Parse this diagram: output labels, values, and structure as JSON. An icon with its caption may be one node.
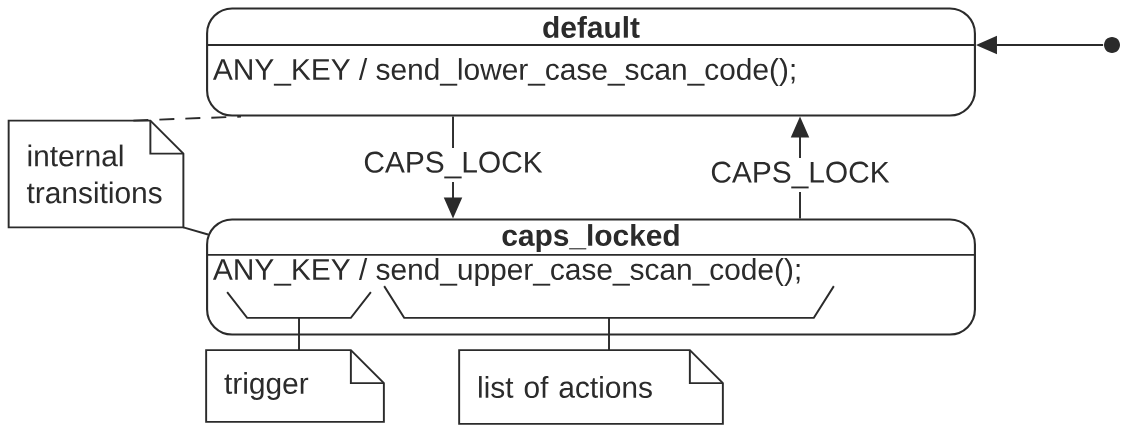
{
  "diagram": {
    "nodes": [
      {
        "text": [
          "default",
          "ANY_KEY / send_lower_case_scan_code();"
        ]
      },
      {
        "text": [],
        "shape": "circle"
      },
      {
        "text": [
          "internal transitions"
        ]
      },
      {
        "text": [
          "caps_locked",
          "ANY_KEY / send_upper_case_scan_code();"
        ]
      },
      {
        "text": [],
        "shape": "bracket",
        "in": 3
      },
      {
        "text": [],
        "shape": "bracket",
        "in": 3
      },
      {
        "text": [
          "trigger"
        ]
      },
      {
        "text": [
          "list of actions"
        ]
      }
    ],
    "edges": [
      {
        "from": 1,
        "to": 0,
        "arrow": "to"
      },
      {
        "from": 0,
        "to": 3,
        "arrow": "to",
        "label": "CAPS_LOCK"
      },
      {
        "from": 3,
        "to": 0,
        "arrow": "to",
        "label": "CAPS_LOCK"
      },
      {
        "from": 2,
        "to": 0,
        "arrow": "none",
        "style": "dashed"
      },
      {
        "from": 2,
        "to": 3,
        "arrow": "none"
      },
      {
        "from": 6,
        "to": 4,
        "arrow": "none"
      },
      {
        "from": 7,
        "to": 5,
        "arrow": "none"
      }
    ]
  }
}
